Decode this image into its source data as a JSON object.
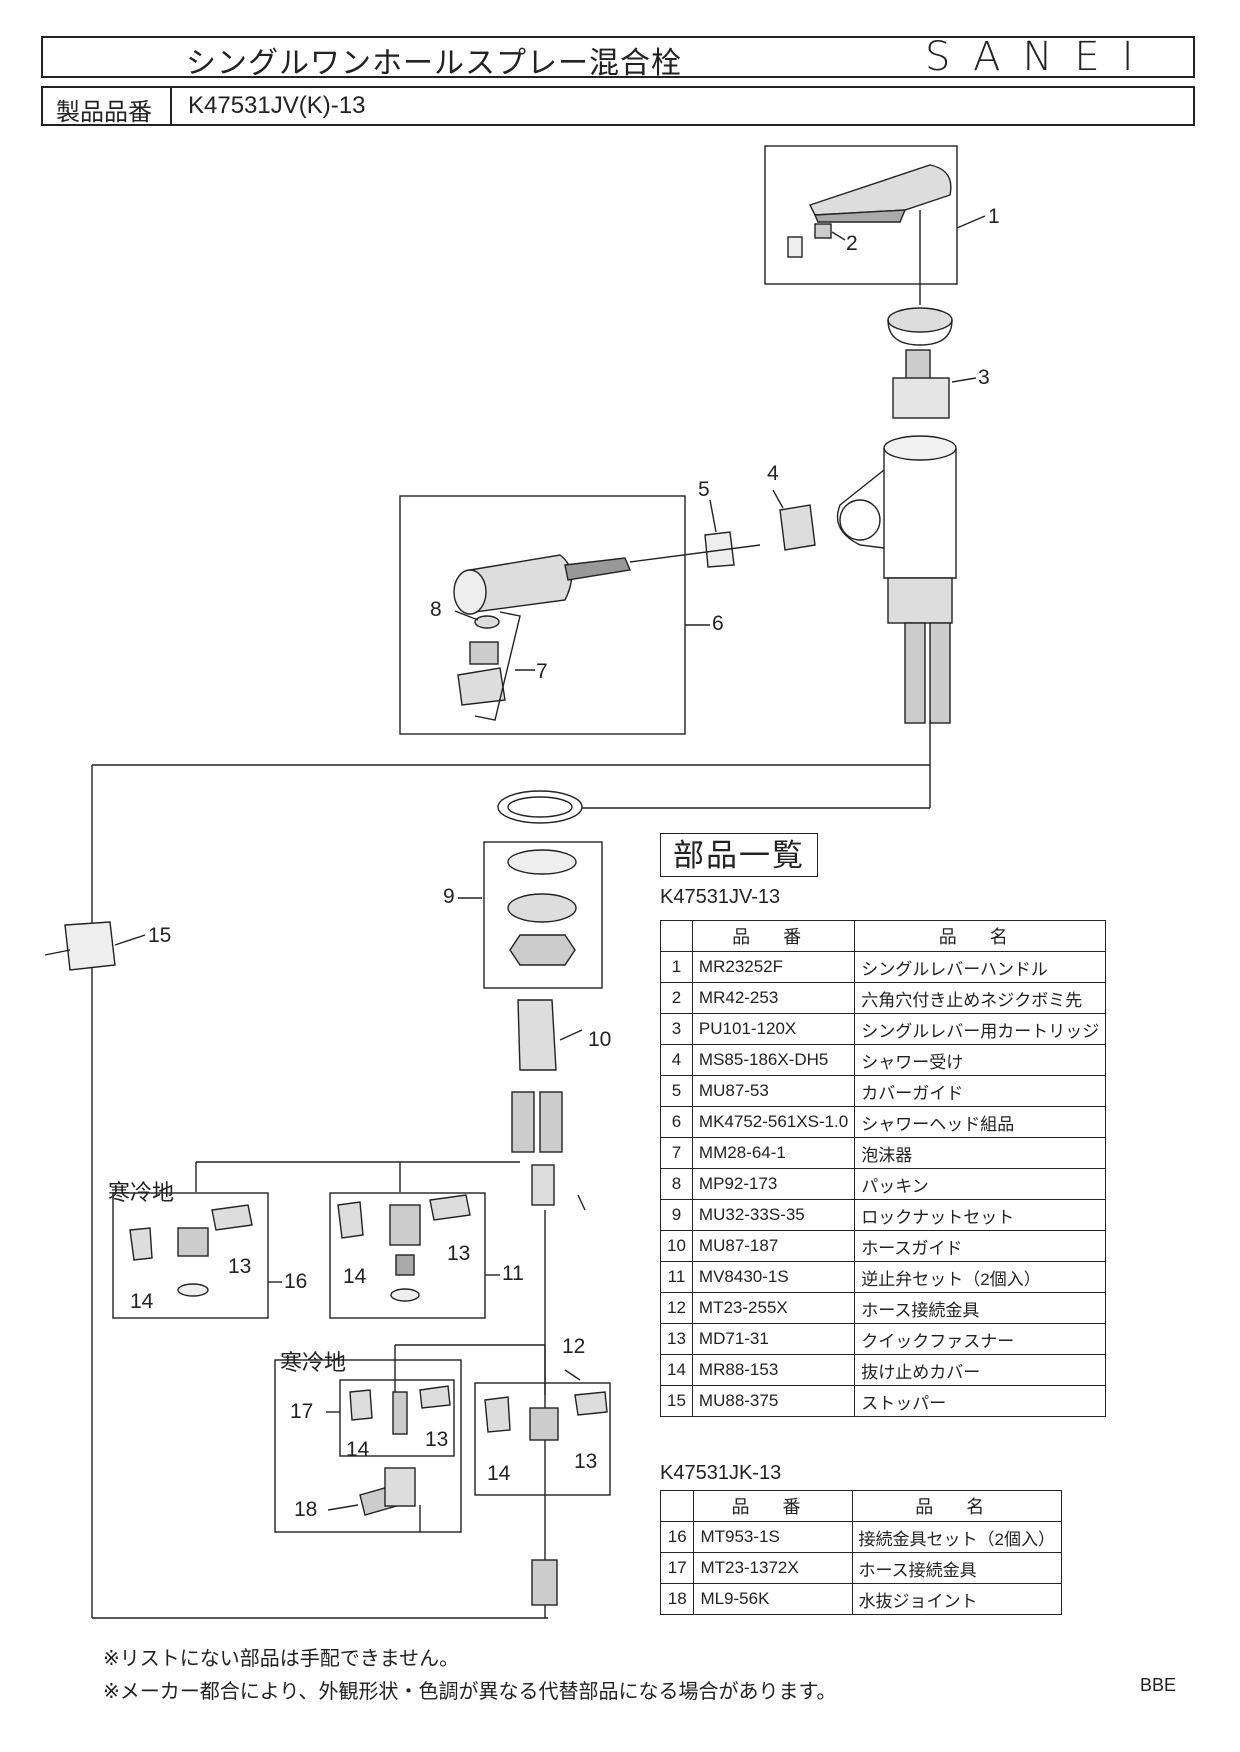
{
  "header": {
    "title": "シングルワンホールスプレー混合栓",
    "brand": "SANEI",
    "product_label": "製品品番",
    "product_number": "K47531JV(K)-13"
  },
  "section_title": "部品一覧",
  "table_headers": {
    "code": "品 番",
    "name": "品 名"
  },
  "table1": {
    "model": "K47531JV-13",
    "rows": [
      {
        "no": "1",
        "code": "MR23252F",
        "name": "シングルレバーハンドル"
      },
      {
        "no": "2",
        "code": "MR42-253",
        "name": "六角穴付き止めネジクボミ先"
      },
      {
        "no": "3",
        "code": "PU101-120X",
        "name": "シングルレバー用カートリッジ"
      },
      {
        "no": "4",
        "code": "MS85-186X-DH5",
        "name": "シャワー受け"
      },
      {
        "no": "5",
        "code": "MU87-53",
        "name": "カバーガイド"
      },
      {
        "no": "6",
        "code": "MK4752-561XS-1.0",
        "name": "シャワーヘッド組品"
      },
      {
        "no": "7",
        "code": "MM28-64-1",
        "name": "泡沫器"
      },
      {
        "no": "8",
        "code": "MP92-173",
        "name": "パッキン"
      },
      {
        "no": "9",
        "code": "MU32-33S-35",
        "name": "ロックナットセット"
      },
      {
        "no": "10",
        "code": "MU87-187",
        "name": "ホースガイド"
      },
      {
        "no": "11",
        "code": "MV8430-1S",
        "name": "逆止弁セット（2個入）"
      },
      {
        "no": "12",
        "code": "MT23-255X",
        "name": "ホース接続金具"
      },
      {
        "no": "13",
        "code": "MD71-31",
        "name": "クイックファスナー"
      },
      {
        "no": "14",
        "code": "MR88-153",
        "name": "抜け止めカバー"
      },
      {
        "no": "15",
        "code": "MU88-375",
        "name": "ストッパー"
      }
    ]
  },
  "table2": {
    "model": "K47531JK-13",
    "rows": [
      {
        "no": "16",
        "code": "MT953-1S",
        "name": "接続金具セット（2個入）"
      },
      {
        "no": "17",
        "code": "MT23-1372X",
        "name": "ホース接続金具"
      },
      {
        "no": "18",
        "code": "ML9-56K",
        "name": "水抜ジョイント"
      }
    ]
  },
  "diagram_labels": {
    "cold_region_1": "寒冷地",
    "cold_region_2": "寒冷地",
    "callouts": [
      "1",
      "2",
      "3",
      "4",
      "5",
      "6",
      "7",
      "8",
      "9",
      "10",
      "11",
      "12",
      "13",
      "13",
      "13",
      "13",
      "14",
      "14",
      "14",
      "14",
      "15",
      "16",
      "17",
      "18"
    ]
  },
  "notes": [
    "※リストにない部品は手配できません。",
    "※メーカー都合により、外観形状・色調が異なる代替部品になる場合があります。"
  ],
  "footer_code": "BBE"
}
